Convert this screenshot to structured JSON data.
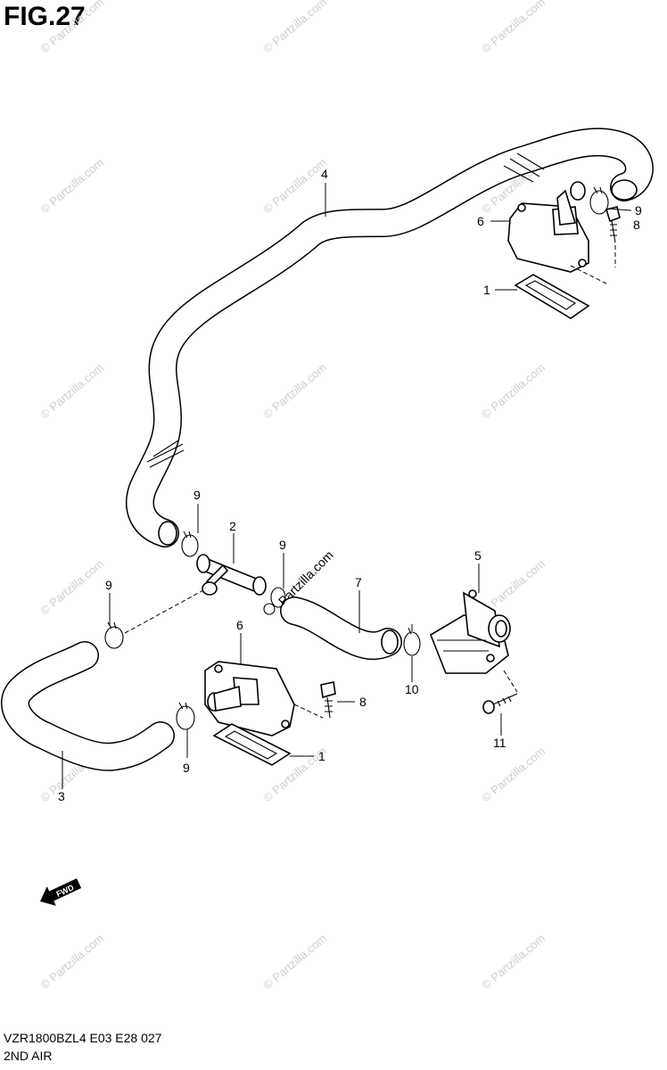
{
  "figure": {
    "title": "FIG.27"
  },
  "footer": {
    "model_code": "VZR1800BZL4  E03  E28  027",
    "section_name": "2ND AIR"
  },
  "watermark": {
    "text": "© Partzilla.com",
    "center_text": "Partzilla.com"
  },
  "fwd_arrow": {
    "label": "FWD"
  },
  "callouts": {
    "c4": "4",
    "c9_top": "9",
    "c6_top": "6",
    "c8_top": "8",
    "c1_top": "1",
    "c9_left_a": "9",
    "c2": "2",
    "c9_mid": "9",
    "c9_left_b": "9",
    "c5": "5",
    "c7": "7",
    "c6_bottom": "6",
    "c8_bottom": "8",
    "c10": "10",
    "c11": "11",
    "c1_bottom": "1",
    "c9_bottom": "9",
    "c3": "3"
  }
}
